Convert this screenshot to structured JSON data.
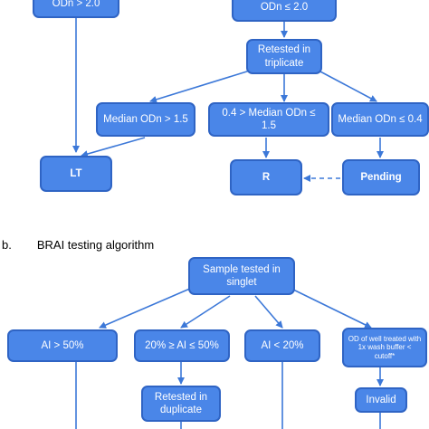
{
  "colors": {
    "node_fill": "#4a86e8",
    "node_border": "#2f64c4",
    "arrow": "#3c78d8"
  },
  "section_b": {
    "letter": "b.",
    "title": "BRAI testing algorithm"
  },
  "diagram_a": {
    "nodes": {
      "odn_gt_2": "ODn > 2.0",
      "odn_le_2": "ODn ≤ 2.0",
      "retest_triplicate": "Retested in triplicate",
      "median_gt_15": "Median ODn > 1.5",
      "median_range": "0.4 > Median ODn ≤ 1.5",
      "median_le_04": "Median ODn ≤ 0.4",
      "lt": "LT",
      "r": "R",
      "pending": "Pending"
    }
  },
  "diagram_b": {
    "nodes": {
      "sample_singlet": "Sample tested in singlet",
      "ai_gt_50": "AI > 50%",
      "ai_range": "20% ≥ AI ≤ 50%",
      "ai_lt_20": "AI < 20%",
      "wash_buffer": "OD of well treated with 1x wash buffer < cutoff*",
      "retest_duplicate": "Retested in duplicate",
      "invalid": "Invalid"
    }
  }
}
